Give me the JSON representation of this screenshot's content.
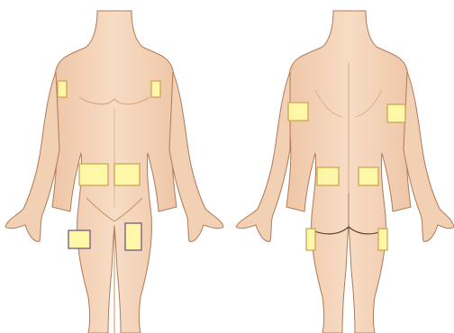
{
  "colors": {
    "background": "#ffffff",
    "skin_fill": "#f3d3b8",
    "skin_shadow": "#e4b593",
    "outline": "#b07a58",
    "patch_fill": "#fff7a8",
    "patch_stroke": "#c9a24e",
    "patch_stroke_dark": "#6a4c7a"
  },
  "figures": [
    {
      "view": "front"
    },
    {
      "view": "back"
    }
  ],
  "sites": {
    "front": [
      "right-upper-arm",
      "left-upper-arm",
      "right-abdomen",
      "left-abdomen",
      "right-thigh",
      "left-thigh"
    ],
    "back": [
      "right-upper-arm",
      "left-upper-arm",
      "right-lower-back",
      "left-lower-back",
      "right-thigh",
      "left-thigh"
    ]
  }
}
